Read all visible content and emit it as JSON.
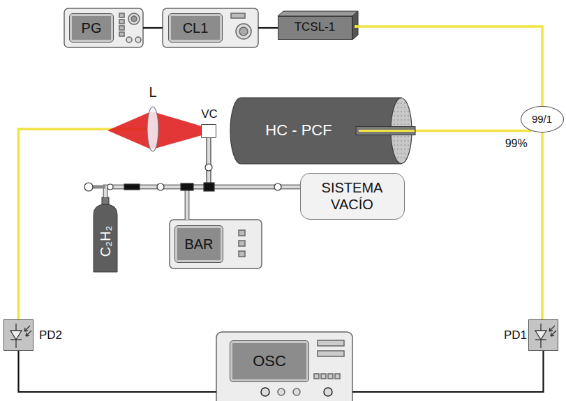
{
  "diagram": {
    "nodes": [
      {
        "text": [
          "PG"
        ]
      },
      {
        "text": [
          "CL1"
        ]
      },
      {
        "text": [
          "TCSL-1"
        ]
      },
      {
        "text": [
          "L"
        ]
      },
      {
        "text": [
          "VC"
        ]
      },
      {
        "text": [
          "HC - PCF"
        ]
      },
      {
        "text": [
          "99/1"
        ]
      },
      {
        "text": [
          "C₂H₂"
        ]
      },
      {
        "text": [
          "BAR"
        ]
      },
      {
        "text": [
          "SISTEMA VACÍO"
        ]
      },
      {
        "text": [
          "PD2"
        ]
      },
      {
        "text": [
          "OSC"
        ]
      },
      {
        "text": [
          "PD1"
        ]
      }
    ],
    "edges": [
      {
        "from": 0,
        "to": 1,
        "arrow": "none"
      },
      {
        "from": 1,
        "to": 2,
        "arrow": "none"
      },
      {
        "from": 2,
        "to": 6,
        "arrow": "none"
      },
      {
        "from": 6,
        "to": 5,
        "label": "99%",
        "arrow": "none"
      },
      {
        "from": 6,
        "to": 12,
        "arrow": "none"
      },
      {
        "from": 3,
        "to": 10,
        "arrow": "none"
      },
      {
        "from": 7,
        "to": 4,
        "arrow": "none"
      },
      {
        "from": 8,
        "to": 4,
        "arrow": "none"
      },
      {
        "from": 9,
        "to": 4,
        "arrow": "none"
      },
      {
        "from": 10,
        "to": 11,
        "arrow": "none"
      },
      {
        "from": 12,
        "to": 11,
        "arrow": "none"
      }
    ]
  }
}
